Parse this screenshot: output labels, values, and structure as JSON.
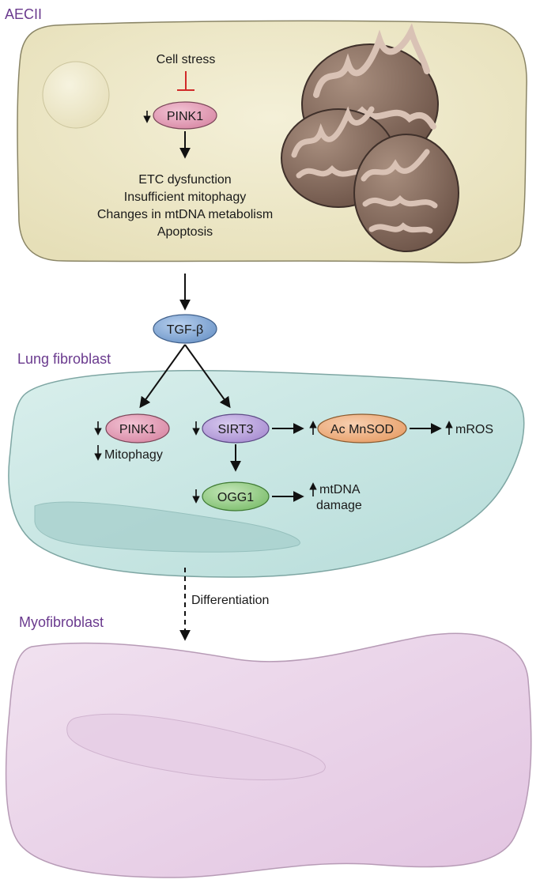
{
  "sections": {
    "aecii": "AECII",
    "lung_fibroblast": "Lung fibroblast",
    "myofibroblast": "Myofibroblast"
  },
  "aecii": {
    "cell_stress": "Cell stress",
    "pink1": "PINK1",
    "outcomes": [
      "ETC dysfunction",
      "Insufficient mitophagy",
      "Changes in mtDNA metabolism",
      "Apoptosis"
    ]
  },
  "tgf": "TGF-β",
  "fibroblast": {
    "pink1": "PINK1",
    "mitophagy": "Mitophagy",
    "sirt3": "SIRT3",
    "ac_mnsod": "Ac MnSOD",
    "mros": "mROS",
    "ogg1": "OGG1",
    "mtdna": "mtDNA",
    "damage": "damage"
  },
  "differentiation": "Differentiation",
  "colors": {
    "pink": "#d98aa6",
    "blue": "#6f97c9",
    "purple": "#a98fd2",
    "orange": "#e8a06a",
    "green": "#7fbf6f",
    "inhibit": "#d12a2a",
    "section_label": "#6a3a8e"
  }
}
